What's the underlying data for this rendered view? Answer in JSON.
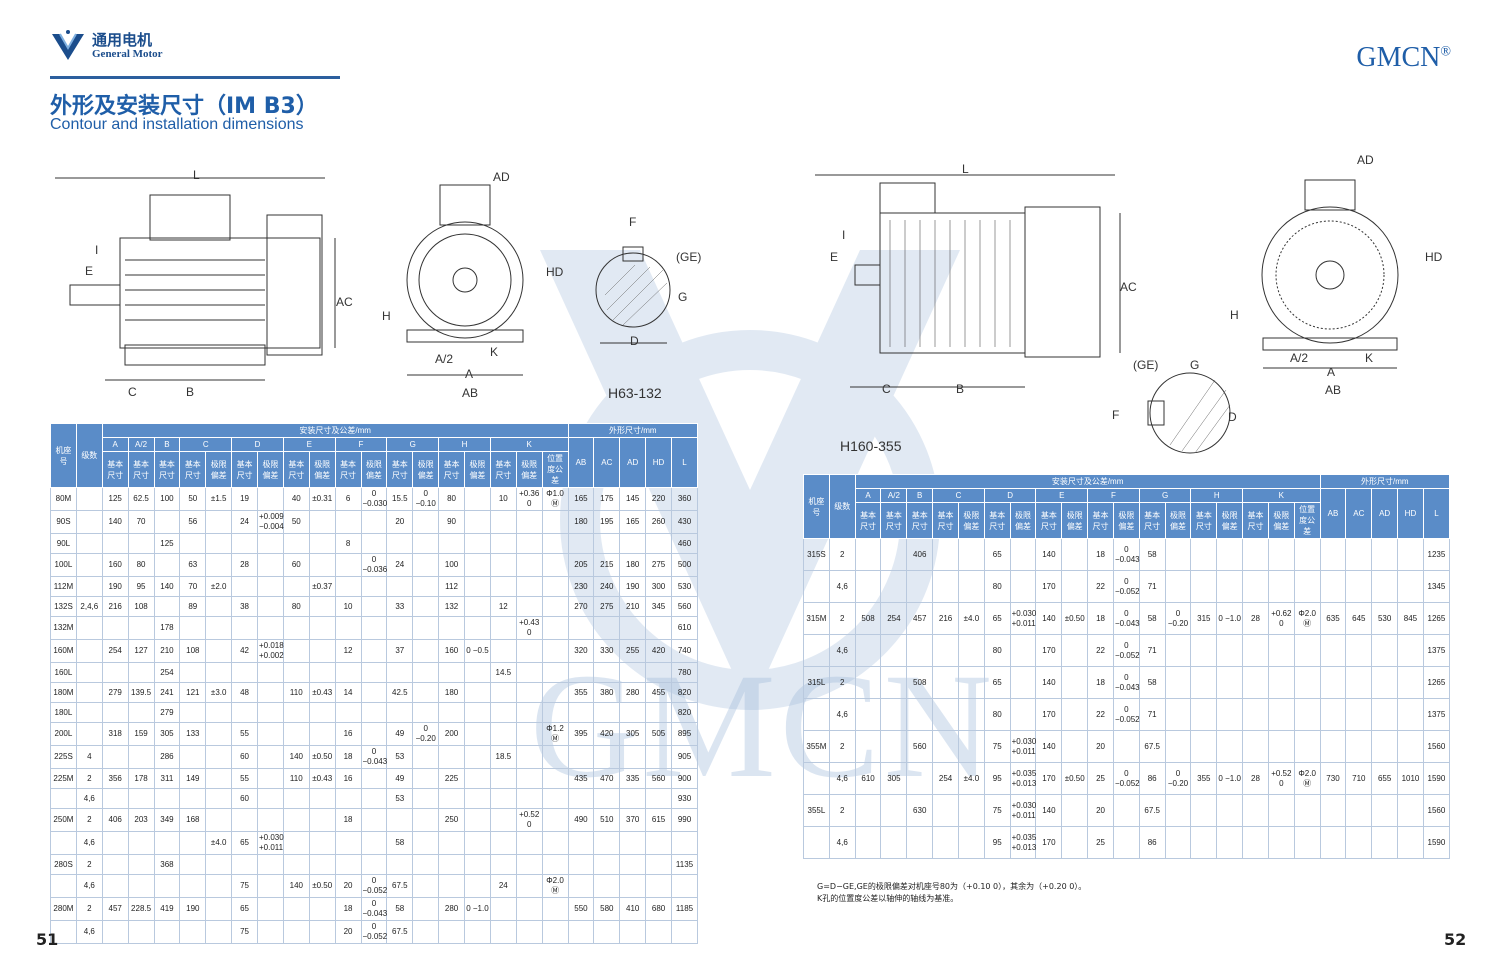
{
  "header": {
    "logo_cn": "通用电机",
    "logo_en": "General Motor",
    "title_cn": "外形及安装尺寸（IM B3）",
    "title_en": "Contour and installation dimensions",
    "brand": "GMCN",
    "brand_mark": "®"
  },
  "labels": {
    "left_caption": "H63-132",
    "right_caption": "H160-355",
    "dim_L": "L",
    "dim_AD": "AD",
    "dim_HD": "HD",
    "dim_AC": "AC",
    "dim_H": "H",
    "dim_I": "I",
    "dim_E": "E",
    "dim_C": "C",
    "dim_B": "B",
    "dim_A2": "A/2",
    "dim_A": "A",
    "dim_AB": "AB",
    "dim_K": "K",
    "dim_F": "F",
    "dim_GE": "(GE)",
    "dim_G": "G",
    "dim_D": "D"
  },
  "page_numbers": {
    "left": "51",
    "right": "52"
  },
  "table1": {
    "group_install": "安装尺寸及公差/mm",
    "group_outline": "外形尺寸/mm",
    "col_frame": "机座号",
    "col_poles": "级数",
    "letters": [
      "A",
      "A/2",
      "B",
      "C",
      "D",
      "E",
      "F",
      "G",
      "H",
      "K"
    ],
    "outline_cols": [
      "AB",
      "AC",
      "AD",
      "HD",
      "L"
    ],
    "sub": {
      "basic": "基本尺寸",
      "tol": "极限偏差",
      "pos": "位置度公差"
    },
    "rows": [
      [
        "80M",
        "",
        "125",
        "62.5",
        "100",
        "50",
        "±1.5",
        "19",
        "",
        "40",
        "±0.31",
        "6",
        "0 −0.030",
        "15.5",
        "0 −0.10",
        "80",
        "",
        "10",
        "+0.36 0",
        "Φ1.0 Ⓜ",
        "165",
        "175",
        "145",
        "220",
        "360"
      ],
      [
        "90S",
        "",
        "140",
        "70",
        "",
        "56",
        "",
        "24",
        "+0.009 −0.004",
        "50",
        "",
        "",
        "",
        "20",
        "",
        "90",
        "",
        "",
        "",
        "",
        "180",
        "195",
        "165",
        "260",
        "430"
      ],
      [
        "90L",
        "",
        "",
        "",
        "125",
        "",
        "",
        "",
        "",
        "",
        "",
        "8",
        "",
        "",
        "",
        "",
        "",
        "",
        "",
        "",
        "",
        "",
        "",
        "",
        "460"
      ],
      [
        "100L",
        "",
        "160",
        "80",
        "",
        "63",
        "",
        "28",
        "",
        "60",
        "",
        "",
        "0 −0.036",
        "24",
        "",
        "100",
        "",
        "",
        "",
        "",
        "205",
        "215",
        "180",
        "275",
        "500"
      ],
      [
        "112M",
        "",
        "190",
        "95",
        "140",
        "70",
        "±2.0",
        "",
        "",
        "",
        "±0.37",
        "",
        "",
        "",
        "",
        "112",
        "",
        "",
        "",
        "",
        "230",
        "240",
        "190",
        "300",
        "530"
      ],
      [
        "132S",
        "2,4,6",
        "216",
        "108",
        "",
        "89",
        "",
        "38",
        "",
        "80",
        "",
        "10",
        "",
        "33",
        "",
        "132",
        "",
        "12",
        "",
        "",
        "270",
        "275",
        "210",
        "345",
        "560"
      ],
      [
        "132M",
        "",
        "",
        "",
        "178",
        "",
        "",
        "",
        "",
        "",
        "",
        "",
        "",
        "",
        "",
        "",
        "",
        "",
        "+0.43 0",
        "",
        "",
        "",
        "",
        "",
        "610"
      ],
      [
        "160M",
        "",
        "254",
        "127",
        "210",
        "108",
        "",
        "42",
        "+0.018 +0.002",
        "",
        "",
        "12",
        "",
        "37",
        "",
        "160",
        "0 −0.5",
        "",
        "",
        "",
        "320",
        "330",
        "255",
        "420",
        "740"
      ],
      [
        "160L",
        "",
        "",
        "",
        "254",
        "",
        "",
        "",
        "",
        "",
        "",
        "",
        "",
        "",
        "",
        "",
        "",
        "14.5",
        "",
        "",
        "",
        "",
        "",
        "",
        "780"
      ],
      [
        "180M",
        "",
        "279",
        "139.5",
        "241",
        "121",
        "±3.0",
        "48",
        "",
        "110",
        "±0.43",
        "14",
        "",
        "42.5",
        "",
        "180",
        "",
        "",
        "",
        "",
        "355",
        "380",
        "280",
        "455",
        "820"
      ],
      [
        "180L",
        "",
        "",
        "",
        "279",
        "",
        "",
        "",
        "",
        "",
        "",
        "",
        "",
        "",
        "",
        "",
        "",
        "",
        "",
        "",
        "",
        "",
        "",
        "",
        "820"
      ],
      [
        "200L",
        "",
        "318",
        "159",
        "305",
        "133",
        "",
        "55",
        "",
        "",
        "",
        "16",
        "",
        "49",
        "0 −0.20",
        "200",
        "",
        "",
        "",
        "Φ1.2 Ⓜ",
        "395",
        "420",
        "305",
        "505",
        "895"
      ],
      [
        "225S",
        "4",
        "",
        "",
        "286",
        "",
        "",
        "60",
        "",
        "140",
        "±0.50",
        "18",
        "0 −0.043",
        "53",
        "",
        "",
        "",
        "18.5",
        "",
        "",
        "",
        "",
        "",
        "",
        "905"
      ],
      [
        "225M",
        "2",
        "356",
        "178",
        "311",
        "149",
        "",
        "55",
        "",
        "110",
        "±0.43",
        "16",
        "",
        "49",
        "",
        "225",
        "",
        "",
        "",
        "",
        "435",
        "470",
        "335",
        "560",
        "900"
      ],
      [
        "",
        "4,6",
        "",
        "",
        "",
        "",
        "",
        "60",
        "",
        "",
        "",
        "",
        "",
        "53",
        "",
        "",
        "",
        "",
        "",
        "",
        "",
        "",
        "",
        "",
        "930"
      ],
      [
        "250M",
        "2",
        "406",
        "203",
        "349",
        "168",
        "",
        "",
        "",
        "",
        "",
        "18",
        "",
        "",
        "",
        "250",
        "",
        "",
        "+0.52 0",
        "",
        "490",
        "510",
        "370",
        "615",
        "990"
      ],
      [
        "",
        "4,6",
        "",
        "",
        "",
        "",
        "±4.0",
        "65",
        "+0.030 +0.011",
        "",
        "",
        "",
        "",
        "58",
        "",
        "",
        "",
        "",
        "",
        "",
        "",
        "",
        "",
        "",
        ""
      ],
      [
        "280S",
        "2",
        "",
        "",
        "368",
        "",
        "",
        "",
        "",
        "",
        "",
        "",
        "",
        "",
        "",
        "",
        "",
        "",
        "",
        "",
        "",
        "",
        "",
        "",
        "1135"
      ],
      [
        "",
        "4,6",
        "",
        "",
        "",
        "",
        "",
        "75",
        "",
        "140",
        "±0.50",
        "20",
        "0 −0.052",
        "67.5",
        "",
        "",
        "",
        "24",
        "",
        "Φ2.0 Ⓜ",
        "",
        "",
        "",
        "",
        ""
      ],
      [
        "280M",
        "2",
        "457",
        "228.5",
        "419",
        "190",
        "",
        "65",
        "",
        "",
        "",
        "18",
        "0 −0.043",
        "58",
        "",
        "280",
        "0 −1.0",
        "",
        "",
        "",
        "550",
        "580",
        "410",
        "680",
        "1185"
      ],
      [
        "",
        "4,6",
        "",
        "",
        "",
        "",
        "",
        "75",
        "",
        "",
        "",
        "20",
        "0 −0.052",
        "67.5",
        "",
        "",
        "",
        "",
        "",
        "",
        "",
        "",
        "",
        "",
        ""
      ]
    ]
  },
  "table2": {
    "group_install": "安装尺寸及公差/mm",
    "group_outline": "外形尺寸/mm",
    "rows": [
      [
        "315S",
        "2",
        "",
        "",
        "406",
        "",
        "",
        "65",
        "",
        "140",
        "",
        "18",
        "0 −0.043",
        "58",
        "",
        "",
        "",
        "",
        "",
        "",
        "",
        "",
        "",
        "",
        "1235"
      ],
      [
        "",
        "4,6",
        "",
        "",
        "",
        "",
        "",
        "80",
        "",
        "170",
        "",
        "22",
        "0 −0.052",
        "71",
        "",
        "",
        "",
        "",
        "",
        "",
        "",
        "",
        "",
        "",
        "1345"
      ],
      [
        "315M",
        "2",
        "508",
        "254",
        "457",
        "216",
        "±4.0",
        "65",
        "+0.030 +0.011",
        "140",
        "±0.50",
        "18",
        "0 −0.043",
        "58",
        "0 −0.20",
        "315",
        "0 −1.0",
        "28",
        "+0.62 0",
        "Φ2.0 Ⓜ",
        "635",
        "645",
        "530",
        "845",
        "1265"
      ],
      [
        "",
        "4,6",
        "",
        "",
        "",
        "",
        "",
        "80",
        "",
        "170",
        "",
        "22",
        "0 −0.052",
        "71",
        "",
        "",
        "",
        "",
        "",
        "",
        "",
        "",
        "",
        "",
        "1375"
      ],
      [
        "315L",
        "2",
        "",
        "",
        "508",
        "",
        "",
        "65",
        "",
        "140",
        "",
        "18",
        "0 −0.043",
        "58",
        "",
        "",
        "",
        "",
        "",
        "",
        "",
        "",
        "",
        "",
        "1265"
      ],
      [
        "",
        "4,6",
        "",
        "",
        "",
        "",
        "",
        "80",
        "",
        "170",
        "",
        "22",
        "0 −0.052",
        "71",
        "",
        "",
        "",
        "",
        "",
        "",
        "",
        "",
        "",
        "",
        "1375"
      ],
      [
        "355M",
        "2",
        "",
        "",
        "560",
        "",
        "",
        "75",
        "+0.030 +0.011",
        "140",
        "",
        "20",
        "",
        "67.5",
        "",
        "",
        "",
        "",
        "",
        "",
        "",
        "",
        "",
        "",
        "1560"
      ],
      [
        "",
        "4,6",
        "610",
        "305",
        "",
        "254",
        "±4.0",
        "95",
        "+0.035 +0.013",
        "170",
        "±0.50",
        "25",
        "0 −0.052",
        "86",
        "0 −0.20",
        "355",
        "0 −1.0",
        "28",
        "+0.52 0",
        "Φ2.0 Ⓜ",
        "730",
        "710",
        "655",
        "1010",
        "1590"
      ],
      [
        "355L",
        "2",
        "",
        "",
        "630",
        "",
        "",
        "75",
        "+0.030 +0.011",
        "140",
        "",
        "20",
        "",
        "67.5",
        "",
        "",
        "",
        "",
        "",
        "",
        "",
        "",
        "",
        "",
        "1560"
      ],
      [
        "",
        "4,6",
        "",
        "",
        "",
        "",
        "",
        "95",
        "+0.035 +0.013",
        "170",
        "",
        "25",
        "",
        "86",
        "",
        "",
        "",
        "",
        "",
        "",
        "",
        "",
        "",
        "",
        "1590"
      ]
    ],
    "note1": "G=D−GE,GE的极限偏差对机座号80为（+0.10 0），其余为（+0.20 0）。",
    "note2": "K孔的位置度公差以轴伸的轴线为基准。"
  }
}
